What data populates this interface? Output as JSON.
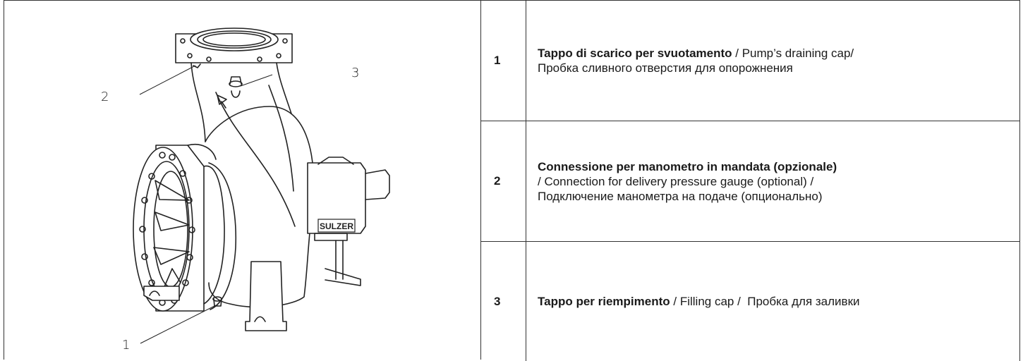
{
  "figure": {
    "callouts": [
      "1",
      "2",
      "3"
    ],
    "brand_plate": "SULZER"
  },
  "table": {
    "rows": [
      {
        "number": "1",
        "bold": "Tappo di scarico per svuotamento",
        "rest_line1": " / Pump’s draining cap/",
        "rest_line2": "Пробка сливного отверстия для опорожнения"
      },
      {
        "number": "2",
        "bold": "Connessione per manometro in mandata (opzionale)",
        "rest_line1": "/ Connection for delivery pressure gauge (optional) /",
        "rest_line2": "Подключение манометра на подаче (опционально)"
      },
      {
        "number": "3",
        "bold": "Tappo per riempimento",
        "rest_line1": " / Filling cap /  Пробка для заливки",
        "rest_line2": ""
      }
    ]
  }
}
